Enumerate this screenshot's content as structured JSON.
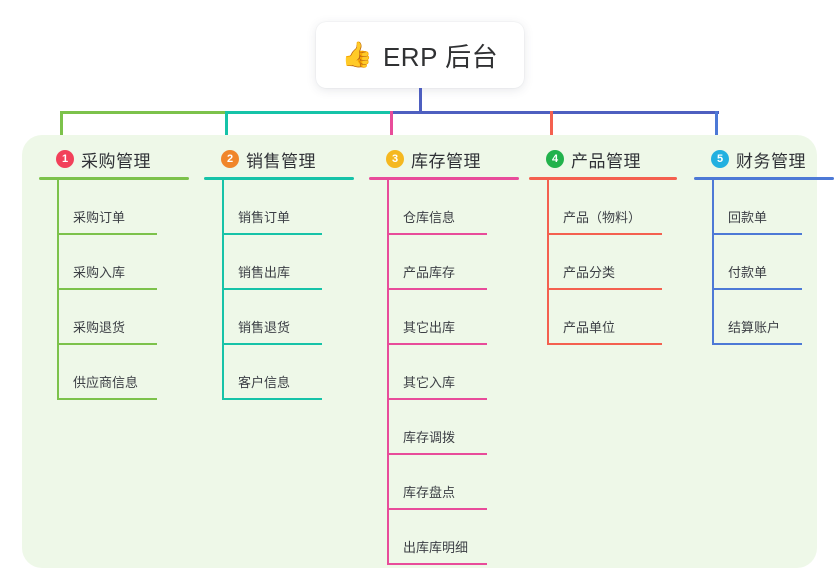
{
  "page": {
    "background": "#ffffff",
    "panel_background": "#eef8e8"
  },
  "root": {
    "icon": "thumbs-up-icon",
    "emoji": "👍",
    "title": "ERP 后台"
  },
  "connectors": {
    "trunk_color": "#4e5fc0",
    "segments": [
      {
        "name": "segment-green",
        "color": "#7cc24b"
      },
      {
        "name": "segment-teal",
        "color": "#16c3a8"
      },
      {
        "name": "segment-blue",
        "color": "#4e5fc0"
      }
    ]
  },
  "columns": [
    {
      "index": "1",
      "title": "采购管理",
      "badge_color": "#f2415a",
      "line_color": "#7cc24b",
      "items": [
        "采购订单",
        "采购入库",
        "采购退货",
        "供应商信息"
      ]
    },
    {
      "index": "2",
      "title": "销售管理",
      "badge_color": "#f0862a",
      "line_color": "#16c3a8",
      "items": [
        "销售订单",
        "销售出库",
        "销售退货",
        "客户信息"
      ]
    },
    {
      "index": "3",
      "title": "库存管理",
      "badge_color": "#f5b820",
      "line_color": "#e84c9a",
      "items": [
        "仓库信息",
        "产品库存",
        "其它出库",
        "其它入库",
        "库存调拨",
        "库存盘点",
        "出库库明细"
      ]
    },
    {
      "index": "4",
      "title": "产品管理",
      "badge_color": "#22b24c",
      "line_color": "#f4604f",
      "items": [
        "产品（物料）",
        "产品分类",
        "产品单位"
      ]
    },
    {
      "index": "5",
      "title": "财务管理",
      "badge_color": "#22b0e0",
      "line_color": "#4d79d6",
      "items": [
        "回款单",
        "付款单",
        "结算账户"
      ]
    }
  ]
}
